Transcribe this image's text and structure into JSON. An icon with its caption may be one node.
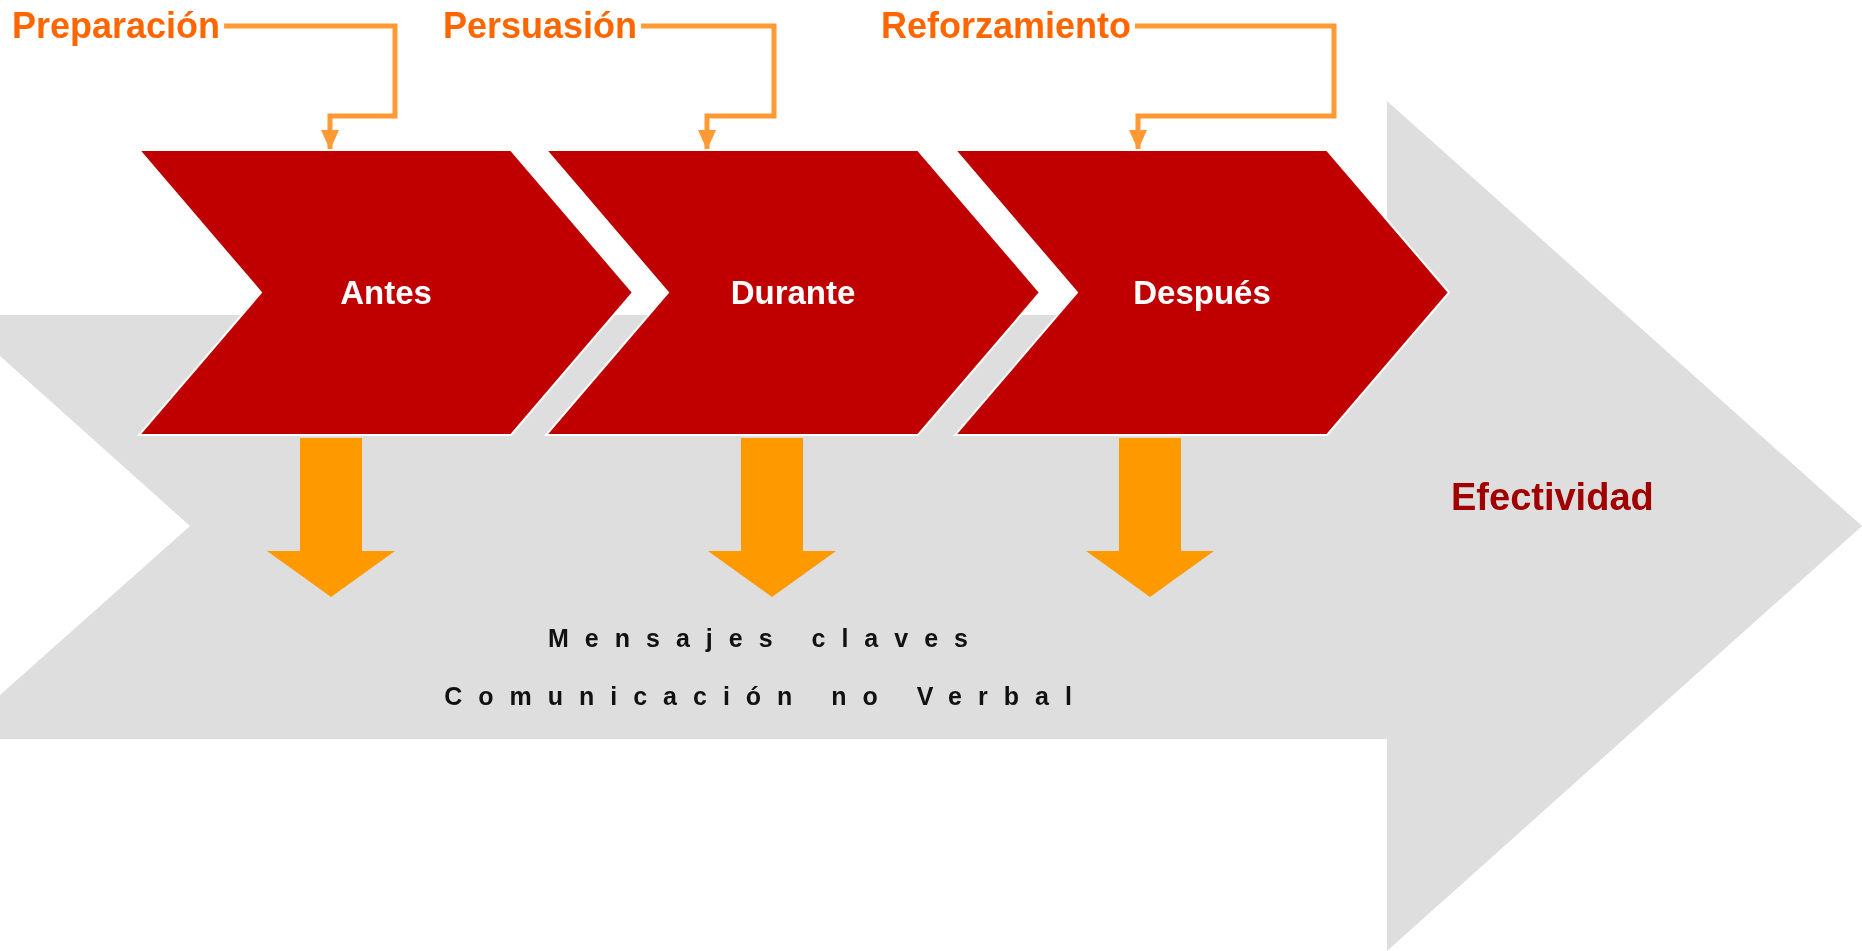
{
  "diagram": {
    "nodes": [
      {
        "text": [
          "Preparación"
        ]
      },
      {
        "text": [
          "Persuasión"
        ]
      },
      {
        "text": [
          "Reforzamiento"
        ]
      },
      {
        "text": [
          "Antes"
        ]
      },
      {
        "text": [
          "Durante"
        ]
      },
      {
        "text": [
          "Después"
        ]
      },
      {
        "text": [
          "Efectividad"
        ]
      },
      {
        "text": [
          "Mensajes claves",
          "Comunicación no Verbal"
        ],
        "in": 6
      }
    ],
    "edges": [
      {
        "from": 0,
        "to": 3,
        "arrow": "to"
      },
      {
        "from": 1,
        "to": 4,
        "arrow": "to"
      },
      {
        "from": 2,
        "to": 5,
        "arrow": "to"
      },
      {
        "from": 3,
        "to": 7,
        "arrow": "to",
        "style": "thick",
        "color": "#ff9900"
      },
      {
        "from": 4,
        "to": 7,
        "arrow": "to",
        "style": "thick",
        "color": "#ff9900"
      },
      {
        "from": 5,
        "to": 7,
        "arrow": "to",
        "style": "thick",
        "color": "#ff9900"
      }
    ]
  }
}
